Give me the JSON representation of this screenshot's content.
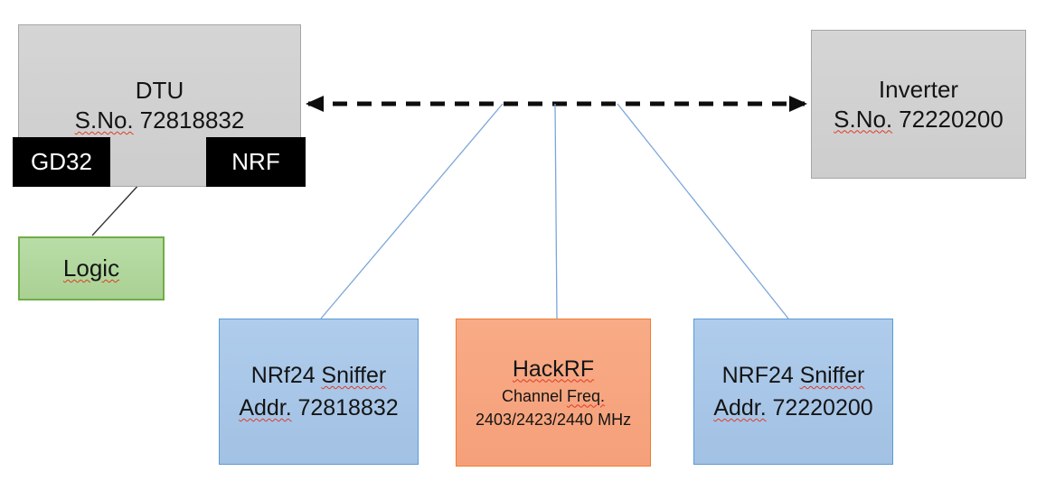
{
  "nodes": {
    "dtu": {
      "title": "DTU",
      "serial_label": "S.No.",
      "serial": "72818832"
    },
    "gd32": {
      "label": "GD32"
    },
    "nrf": {
      "label": "NRF"
    },
    "logic": {
      "label": "Logic"
    },
    "inverter": {
      "title": "Inverter",
      "serial_label": "S.No.",
      "serial": "72220200"
    },
    "sniffer_left": {
      "name_prefix": "NRf24",
      "name_word": "Sniffer",
      "addr_label": "Addr.",
      "addr": "72818832"
    },
    "hackrf": {
      "title": "HackRF",
      "freq_word1": "Channel",
      "freq_word2": "Freq.",
      "frequencies": "2403/2423/2440 MHz"
    },
    "sniffer_right": {
      "name_prefix": "NRF24",
      "name_word": "Sniffer",
      "addr_label": "Addr.",
      "addr": "72220200"
    }
  },
  "colors": {
    "gray_fill": "#d1d1d1",
    "gray_border": "#a6a6a6",
    "blue_fill": "#a9c5e8",
    "blue_border": "#5b9bd5",
    "orange_fill": "#f7a580",
    "orange_border": "#ed7d31",
    "green_fill": "#b0d59c",
    "green_border": "#70ad47",
    "chip_fill": "#000000",
    "chip_text": "#ffffff",
    "connector_blue": "#7ca6d8",
    "arrow_black": "#0d0d0d",
    "squiggle_red": "#e03b24"
  }
}
